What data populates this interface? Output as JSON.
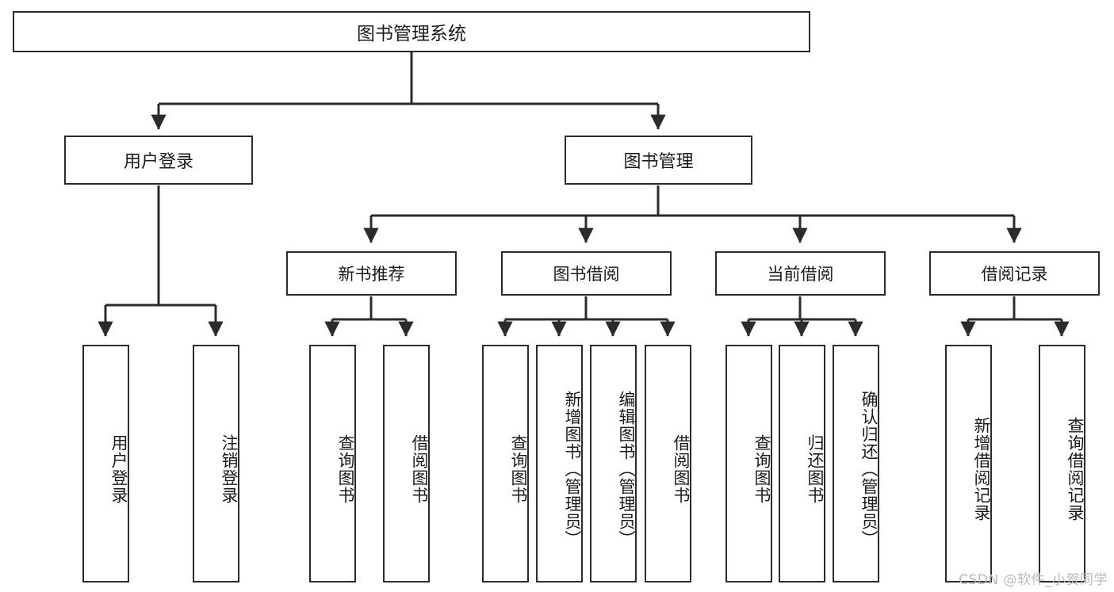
{
  "diagram": {
    "title": "图书管理系统",
    "type": "tree",
    "watermark": "CSDN @软件_小贺同学",
    "colors": {
      "stroke": "#2b2b2b",
      "fill": "#ffffff",
      "text": "#1b1b1b",
      "watermark": "#b9b9b9"
    },
    "nodes": {
      "root": {
        "label": "图书管理系统",
        "level": 1
      },
      "l2": [
        {
          "id": "user-login",
          "label": "用户登录",
          "level": 2
        },
        {
          "id": "book-manage",
          "label": "图书管理",
          "level": 2
        }
      ],
      "l3": [
        {
          "id": "new-book-recommend",
          "label": "新书推荐",
          "level": 3,
          "parent": "book-manage"
        },
        {
          "id": "book-borrow",
          "label": "图书借阅",
          "level": 3,
          "parent": "book-manage"
        },
        {
          "id": "current-borrow",
          "label": "当前借阅",
          "level": 3,
          "parent": "book-manage"
        },
        {
          "id": "borrow-record",
          "label": "借阅记录",
          "level": 3,
          "parent": "book-manage"
        }
      ],
      "leaves": [
        {
          "id": "leaf-user-login",
          "label": "用户登录",
          "parent": "user-login"
        },
        {
          "id": "leaf-logout-login",
          "label": "注销登录",
          "parent": "user-login"
        },
        {
          "id": "leaf-query-book-1",
          "label": "查询图书",
          "parent": "new-book-recommend"
        },
        {
          "id": "leaf-borrow-book-1",
          "label": "借阅图书",
          "parent": "new-book-recommend"
        },
        {
          "id": "leaf-query-book-2",
          "label": "查询图书",
          "parent": "book-borrow"
        },
        {
          "id": "leaf-add-book",
          "label": "新增图书（管理员）",
          "parent": "book-borrow"
        },
        {
          "id": "leaf-edit-book",
          "label": "编辑图书（管理员）",
          "parent": "book-borrow"
        },
        {
          "id": "leaf-borrow-book-2",
          "label": "借阅图书",
          "parent": "book-borrow"
        },
        {
          "id": "leaf-query-book-3",
          "label": "查询图书",
          "parent": "current-borrow"
        },
        {
          "id": "leaf-return-book",
          "label": "归还图书",
          "parent": "current-borrow"
        },
        {
          "id": "leaf-confirm-return",
          "label": "确认归还（管理员）",
          "parent": "current-borrow"
        },
        {
          "id": "leaf-add-record",
          "label": "新增借阅记录",
          "parent": "borrow-record"
        },
        {
          "id": "leaf-query-record",
          "label": "查询借阅记录",
          "parent": "borrow-record"
        }
      ]
    }
  }
}
